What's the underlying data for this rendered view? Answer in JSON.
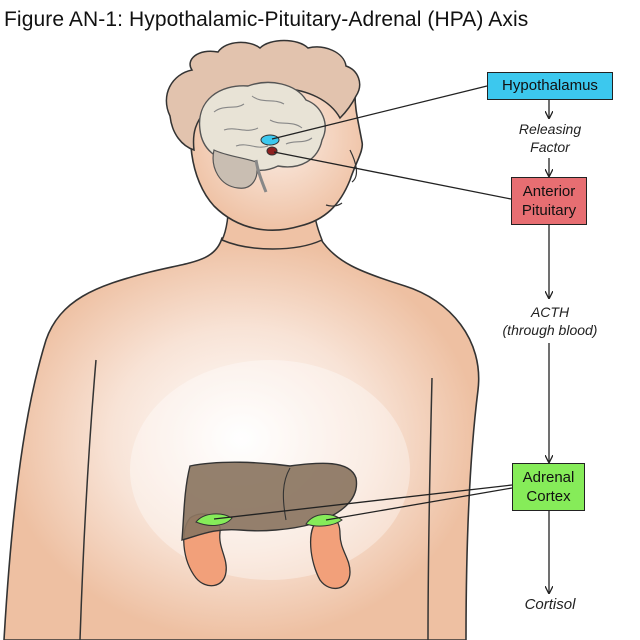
{
  "title": "Figure AN-1: Hypothalamic-Pituitary-Adrenal (HPA) Axis",
  "nodes": {
    "hypothalamus": "Hypothalamus",
    "anterior_pituitary_line1": "Anterior",
    "anterior_pituitary_line2": "Pituitary",
    "adrenal_cortex_line1": "Adrenal",
    "adrenal_cortex_line2": "Cortex"
  },
  "labels": {
    "releasing_line1": "Releasing",
    "releasing_line2": "Factor",
    "acth_line1": "ACTH",
    "acth_line2": "(through blood)",
    "cortisol": "Cortisol"
  },
  "colors": {
    "hypothalamus": "#3cc8ee",
    "anterior_pituitary": "#e76e72",
    "adrenal_cortex": "#86ec59",
    "skin": "#f1c3a6",
    "hair": "#e2c3ae",
    "liver": "#8b7561",
    "kidney": "#f2a07a"
  }
}
